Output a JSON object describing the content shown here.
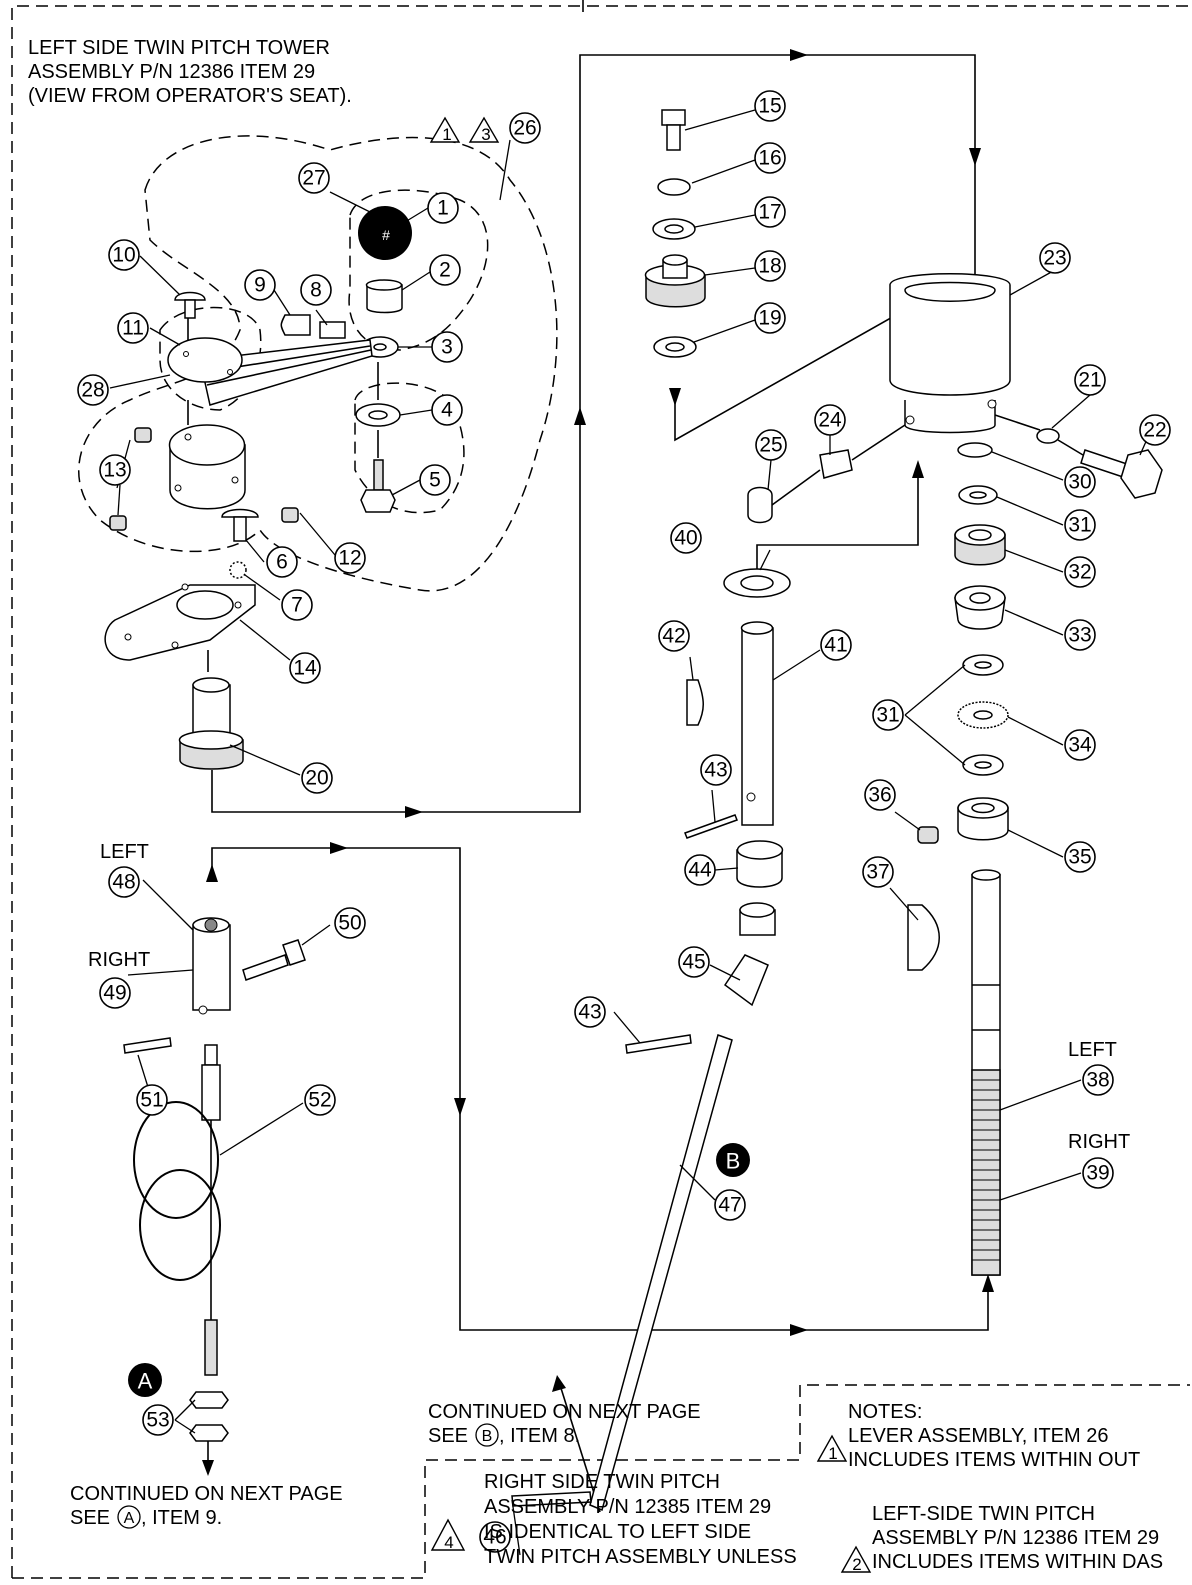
{
  "title": {
    "line1": "LEFT SIDE TWIN PITCH TOWER",
    "line2": "ASSEMBLY P/N 12386 ITEM 29",
    "line3": "(VIEW FROM OPERATOR'S SEAT)."
  },
  "side_labels": {
    "left_48": "LEFT",
    "right_49": "RIGHT",
    "left_38": "LEFT",
    "right_39": "RIGHT"
  },
  "reference_markers": {
    "a": "A",
    "b": "B"
  },
  "continued_b": {
    "line1": "CONTINUED ON NEXT PAGE",
    "line2_pre": "SEE ",
    "line2_circ": "B",
    "line2_post": ", ITEM 8."
  },
  "continued_a": {
    "line1": "CONTINUED ON NEXT PAGE",
    "line2_pre": "SEE ",
    "line2_circ": "A",
    "line2_post": ", ITEM 9."
  },
  "note4": {
    "num": "4",
    "line1": "RIGHT SIDE TWIN PITCH",
    "line2": "ASSEMBLY P/N 12385 ITEM 29",
    "line3": "IS IDENTICAL TO LEFT SIDE",
    "line4": "TWIN PITCH ASSEMBLY UNLESS"
  },
  "notes": {
    "header": "NOTES:",
    "n1_num": "1",
    "n1_line1": "LEVER ASSEMBLY, ITEM 26",
    "n1_line2": "INCLUDES ITEMS WITHIN OUT",
    "n2_num": "2",
    "n2_line1": "LEFT-SIDE TWIN PITCH",
    "n2_line2": "ASSEMBLY P/N 12386 ITEM 29",
    "n2_line3": "INCLUDES ITEMS WITHIN DAS"
  },
  "flags_26": [
    "1",
    "3"
  ],
  "callouts": {
    "c1": "1",
    "c2": "2",
    "c3": "3",
    "c4": "4",
    "c5": "5",
    "c6": "6",
    "c7": "7",
    "c8": "8",
    "c9": "9",
    "c10": "10",
    "c11": "11",
    "c12": "12",
    "c13": "13",
    "c14": "14",
    "c15": "15",
    "c16": "16",
    "c17": "17",
    "c18": "18",
    "c19": "19",
    "c20": "20",
    "c21": "21",
    "c22": "22",
    "c23": "23",
    "c24": "24",
    "c25": "25",
    "c26": "26",
    "c27": "27",
    "c28": "28",
    "c30": "30",
    "c31a": "31",
    "c31b": "31",
    "c32": "32",
    "c33": "33",
    "c34": "34",
    "c35": "35",
    "c36": "36",
    "c37": "37",
    "c38": "38",
    "c39": "39",
    "c40": "40",
    "c41": "41",
    "c42": "42",
    "c43a": "43",
    "c43b": "43",
    "c44": "44",
    "c45": "45",
    "c46": "46",
    "c47": "47",
    "c48": "48",
    "c49": "49",
    "c50": "50",
    "c51": "51",
    "c52": "52",
    "c53": "53"
  }
}
